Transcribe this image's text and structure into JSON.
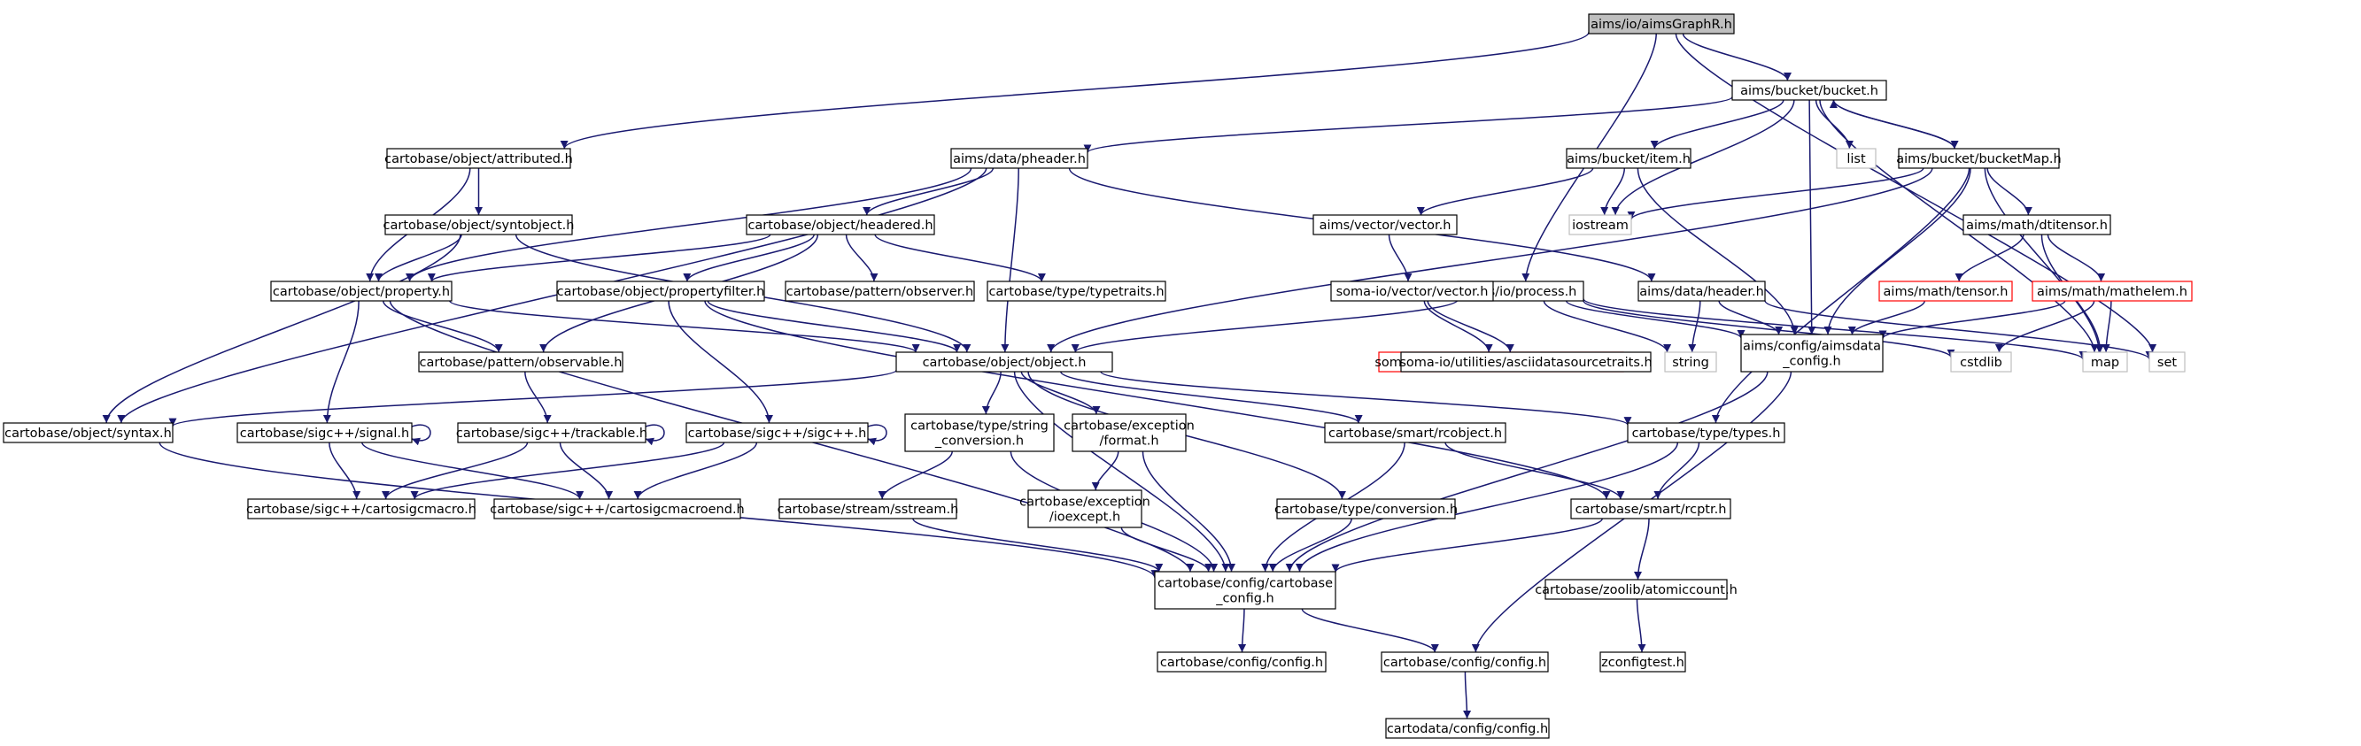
{
  "colors": {
    "edge": "#191970",
    "normal_border": "#000000",
    "external_border": "#bfbfbf",
    "missing_border": "#ff0000",
    "root_fill": "#bfbfbf",
    "text": "#000000"
  },
  "nodes": [
    {
      "id": "root",
      "lines": [
        "aims/io/aimsGraphR.h"
      ],
      "kind": "root"
    },
    {
      "id": "bucket",
      "lines": [
        "aims/bucket/bucket.h"
      ],
      "kind": "normal"
    },
    {
      "id": "attributed",
      "lines": [
        "cartobase/object/attributed.h"
      ],
      "kind": "normal"
    },
    {
      "id": "pheader",
      "lines": [
        "aims/data/pheader.h"
      ],
      "kind": "normal"
    },
    {
      "id": "list",
      "lines": [
        "list"
      ],
      "kind": "external"
    },
    {
      "id": "bucketMap",
      "lines": [
        "aims/bucket/bucketMap.h"
      ],
      "kind": "normal"
    },
    {
      "id": "item",
      "lines": [
        "aims/bucket/item.h"
      ],
      "kind": "normal"
    },
    {
      "id": "syntobject",
      "lines": [
        "cartobase/object/syntobject.h"
      ],
      "kind": "normal"
    },
    {
      "id": "headered",
      "lines": [
        "cartobase/object/headered.h"
      ],
      "kind": "normal"
    },
    {
      "id": "iostream",
      "lines": [
        "iostream"
      ],
      "kind": "external"
    },
    {
      "id": "dtitensor",
      "lines": [
        "aims/math/dtitensor.h"
      ],
      "kind": "normal"
    },
    {
      "id": "vector",
      "lines": [
        "aims/vector/vector.h"
      ],
      "kind": "normal"
    },
    {
      "id": "property",
      "lines": [
        "cartobase/object/property.h"
      ],
      "kind": "normal"
    },
    {
      "id": "propertyfilter",
      "lines": [
        "cartobase/object/propertyfilter.h"
      ],
      "kind": "normal"
    },
    {
      "id": "observer",
      "lines": [
        "cartobase/pattern/observer.h"
      ],
      "kind": "normal"
    },
    {
      "id": "typetraits",
      "lines": [
        "cartobase/type/typetraits.h"
      ],
      "kind": "normal"
    },
    {
      "id": "process",
      "lines": [
        "aims/io/process.h"
      ],
      "kind": "normal"
    },
    {
      "id": "header",
      "lines": [
        "aims/data/header.h"
      ],
      "kind": "normal"
    },
    {
      "id": "somavector",
      "lines": [
        "soma-io/vector/vector.h"
      ],
      "kind": "normal"
    },
    {
      "id": "tensor",
      "lines": [
        "aims/math/tensor.h"
      ],
      "kind": "missing"
    },
    {
      "id": "mathelem",
      "lines": [
        "aims/math/mathelem.h"
      ],
      "kind": "missing"
    },
    {
      "id": "observable",
      "lines": [
        "cartobase/pattern/observable.h"
      ],
      "kind": "normal"
    },
    {
      "id": "object",
      "lines": [
        "cartobase/object/object.h"
      ],
      "kind": "normal"
    },
    {
      "id": "asciitraits_red",
      "lines": [
        "soma-io/utilities/asciidatasourcetraits.h"
      ],
      "kind": "missing"
    },
    {
      "id": "asciitraits",
      "lines": [
        "soma-io/utilities/asciidatasourcetraits.h"
      ],
      "kind": "normal"
    },
    {
      "id": "string",
      "lines": [
        "string"
      ],
      "kind": "external"
    },
    {
      "id": "aimsdata_config",
      "lines": [
        "aims/config/aimsdata",
        "_config.h"
      ],
      "kind": "normal"
    },
    {
      "id": "cstdlib",
      "lines": [
        "cstdlib"
      ],
      "kind": "external"
    },
    {
      "id": "map",
      "lines": [
        "map"
      ],
      "kind": "external"
    },
    {
      "id": "set",
      "lines": [
        "set"
      ],
      "kind": "external"
    },
    {
      "id": "syntax",
      "lines": [
        "cartobase/object/syntax.h"
      ],
      "kind": "normal"
    },
    {
      "id": "signal",
      "lines": [
        "cartobase/sigc++/signal.h"
      ],
      "kind": "normal"
    },
    {
      "id": "trackable",
      "lines": [
        "cartobase/sigc++/trackable.h"
      ],
      "kind": "normal"
    },
    {
      "id": "sigcpp",
      "lines": [
        "cartobase/sigc++/sigc++.h"
      ],
      "kind": "normal"
    },
    {
      "id": "string_conversion",
      "lines": [
        "cartobase/type/string",
        "_conversion.h"
      ],
      "kind": "normal"
    },
    {
      "id": "format",
      "lines": [
        "cartobase/exception",
        "/format.h"
      ],
      "kind": "normal"
    },
    {
      "id": "rcobject",
      "lines": [
        "cartobase/smart/rcobject.h"
      ],
      "kind": "normal"
    },
    {
      "id": "types",
      "lines": [
        "cartobase/type/types.h"
      ],
      "kind": "normal"
    },
    {
      "id": "cartosigcmacro",
      "lines": [
        "cartobase/sigc++/cartosigcmacro.h"
      ],
      "kind": "normal"
    },
    {
      "id": "cartosigcmacroend",
      "lines": [
        "cartobase/sigc++/cartosigcmacroend.h"
      ],
      "kind": "normal"
    },
    {
      "id": "sstream",
      "lines": [
        "cartobase/stream/sstream.h"
      ],
      "kind": "normal"
    },
    {
      "id": "ioexcept",
      "lines": [
        "cartobase/exception",
        "/ioexcept.h"
      ],
      "kind": "normal"
    },
    {
      "id": "conversion",
      "lines": [
        "cartobase/type/conversion.h"
      ],
      "kind": "normal"
    },
    {
      "id": "rcptr",
      "lines": [
        "cartobase/smart/rcptr.h"
      ],
      "kind": "normal"
    },
    {
      "id": "cartobase_config",
      "lines": [
        "cartobase/config/cartobase",
        "_config.h"
      ],
      "kind": "normal"
    },
    {
      "id": "atomiccount",
      "lines": [
        "cartobase/zoolib/atomiccount.h"
      ],
      "kind": "normal"
    },
    {
      "id": "configh",
      "lines": [
        "cartobase/config/config.h"
      ],
      "kind": "normal"
    },
    {
      "id": "configh2",
      "lines": [
        "cartobase/config/config.h"
      ],
      "kind": "normal"
    },
    {
      "id": "zconfigtest",
      "lines": [
        "zconfigtest.h"
      ],
      "kind": "normal"
    },
    {
      "id": "cartodata_config",
      "lines": [
        "cartodata/config/config.h"
      ],
      "kind": "normal"
    }
  ],
  "edges": [
    [
      "root",
      "bucket"
    ],
    [
      "root",
      "attributed"
    ],
    [
      "root",
      "process"
    ],
    [
      "root",
      "set"
    ],
    [
      "bucket",
      "pheader"
    ],
    [
      "bucket",
      "list"
    ],
    [
      "bucket",
      "bucketMap"
    ],
    [
      "bucket",
      "item"
    ],
    [
      "bucket",
      "iostream"
    ],
    [
      "bucket",
      "aimsdata_config"
    ],
    [
      "bucket",
      "map"
    ],
    [
      "bucketMap",
      "bucket"
    ],
    [
      "bucketMap",
      "iostream"
    ],
    [
      "bucketMap",
      "dtitensor"
    ],
    [
      "bucketMap",
      "object"
    ],
    [
      "bucketMap",
      "aimsdata_config"
    ],
    [
      "bucketMap",
      "types"
    ],
    [
      "bucketMap",
      "map"
    ],
    [
      "item",
      "iostream"
    ],
    [
      "item",
      "vector"
    ],
    [
      "item",
      "aimsdata_config"
    ],
    [
      "attributed",
      "syntobject"
    ],
    [
      "attributed",
      "property"
    ],
    [
      "pheader",
      "headered"
    ],
    [
      "pheader",
      "property"
    ],
    [
      "pheader",
      "header"
    ],
    [
      "pheader",
      "object"
    ],
    [
      "pheader",
      "syntax"
    ],
    [
      "syntobject",
      "property"
    ],
    [
      "syntobject",
      "object"
    ],
    [
      "syntobject",
      "syntax"
    ],
    [
      "headered",
      "property"
    ],
    [
      "headered",
      "propertyfilter"
    ],
    [
      "headered",
      "observer"
    ],
    [
      "headered",
      "typetraits"
    ],
    [
      "headered",
      "observable"
    ],
    [
      "dtitensor",
      "tensor"
    ],
    [
      "dtitensor",
      "mathelem"
    ],
    [
      "dtitensor",
      "map"
    ],
    [
      "vector",
      "somavector"
    ],
    [
      "somavector",
      "asciitraits_red"
    ],
    [
      "somavector",
      "asciitraits"
    ],
    [
      "property",
      "observable"
    ],
    [
      "property",
      "object"
    ],
    [
      "property",
      "signal"
    ],
    [
      "property",
      "cartobase_config"
    ],
    [
      "propertyfilter",
      "object"
    ],
    [
      "propertyfilter",
      "sigcpp"
    ],
    [
      "propertyfilter",
      "rcptr"
    ],
    [
      "process",
      "object"
    ],
    [
      "process",
      "string"
    ],
    [
      "process",
      "aimsdata_config"
    ],
    [
      "process",
      "cstdlib"
    ],
    [
      "process",
      "map"
    ],
    [
      "header",
      "string"
    ],
    [
      "header",
      "aimsdata_config"
    ],
    [
      "header",
      "set"
    ],
    [
      "tensor",
      "aimsdata_config"
    ],
    [
      "mathelem",
      "aimsdata_config"
    ],
    [
      "mathelem",
      "cstdlib"
    ],
    [
      "mathelem",
      "map"
    ],
    [
      "observable",
      "trackable"
    ],
    [
      "object",
      "syntax"
    ],
    [
      "object",
      "string_conversion"
    ],
    [
      "object",
      "format"
    ],
    [
      "object",
      "rcobject"
    ],
    [
      "object",
      "types"
    ],
    [
      "object",
      "conversion"
    ],
    [
      "object",
      "cartobase_config"
    ],
    [
      "aimsdata_config",
      "cartobase_config"
    ],
    [
      "aimsdata_config",
      "configh2"
    ],
    [
      "syntax",
      "cartobase_config"
    ],
    [
      "signal",
      "signal"
    ],
    [
      "signal",
      "cartosigcmacro"
    ],
    [
      "signal",
      "cartosigcmacroend"
    ],
    [
      "trackable",
      "trackable"
    ],
    [
      "trackable",
      "cartosigcmacro"
    ],
    [
      "trackable",
      "cartosigcmacroend"
    ],
    [
      "sigcpp",
      "sigcpp"
    ],
    [
      "sigcpp",
      "cartosigcmacro"
    ],
    [
      "sigcpp",
      "cartosigcmacroend"
    ],
    [
      "string_conversion",
      "sstream"
    ],
    [
      "string_conversion",
      "cartobase_config"
    ],
    [
      "format",
      "ioexcept"
    ],
    [
      "format",
      "cartobase_config"
    ],
    [
      "rcobject",
      "rcptr"
    ],
    [
      "rcobject",
      "cartobase_config"
    ],
    [
      "types",
      "rcptr"
    ],
    [
      "types",
      "cartobase_config"
    ],
    [
      "sstream",
      "cartobase_config"
    ],
    [
      "ioexcept",
      "cartobase_config"
    ],
    [
      "conversion",
      "cartobase_config"
    ],
    [
      "rcptr",
      "cartobase_config"
    ],
    [
      "rcptr",
      "atomiccount"
    ],
    [
      "cartobase_config",
      "configh"
    ],
    [
      "cartobase_config",
      "configh2"
    ],
    [
      "atomiccount",
      "zconfigtest"
    ],
    [
      "configh2",
      "cartodata_config"
    ]
  ]
}
